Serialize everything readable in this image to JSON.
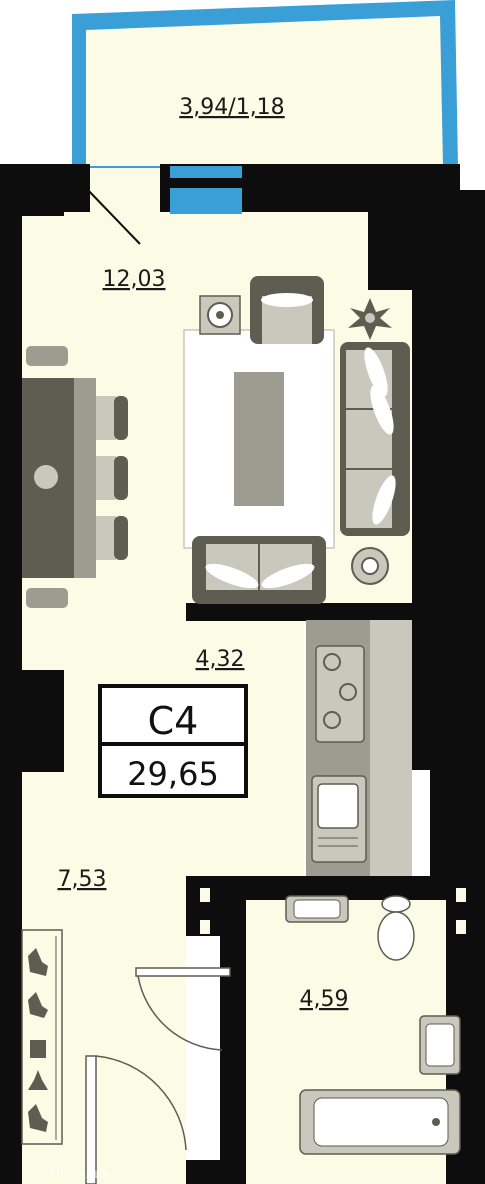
{
  "colors": {
    "floor": "#fbfbe6",
    "wall": "#0d0d0d",
    "balcony_frame": "#3a9fd6",
    "furniture_dark": "#5d5d52",
    "furniture_mid": "#9c9c90",
    "furniture_light": "#c8c8bc",
    "rug": "#ffffff"
  },
  "rooms": {
    "balcony": {
      "area": "3,94/1,18"
    },
    "living": {
      "area": "12,03"
    },
    "kitchen": {
      "area": "4,32"
    },
    "hallway": {
      "area": "7,53"
    },
    "bathroom": {
      "area": "4,59"
    }
  },
  "unit": {
    "code": "С4",
    "total_area": "29,65"
  },
  "watermark": "Домклик"
}
